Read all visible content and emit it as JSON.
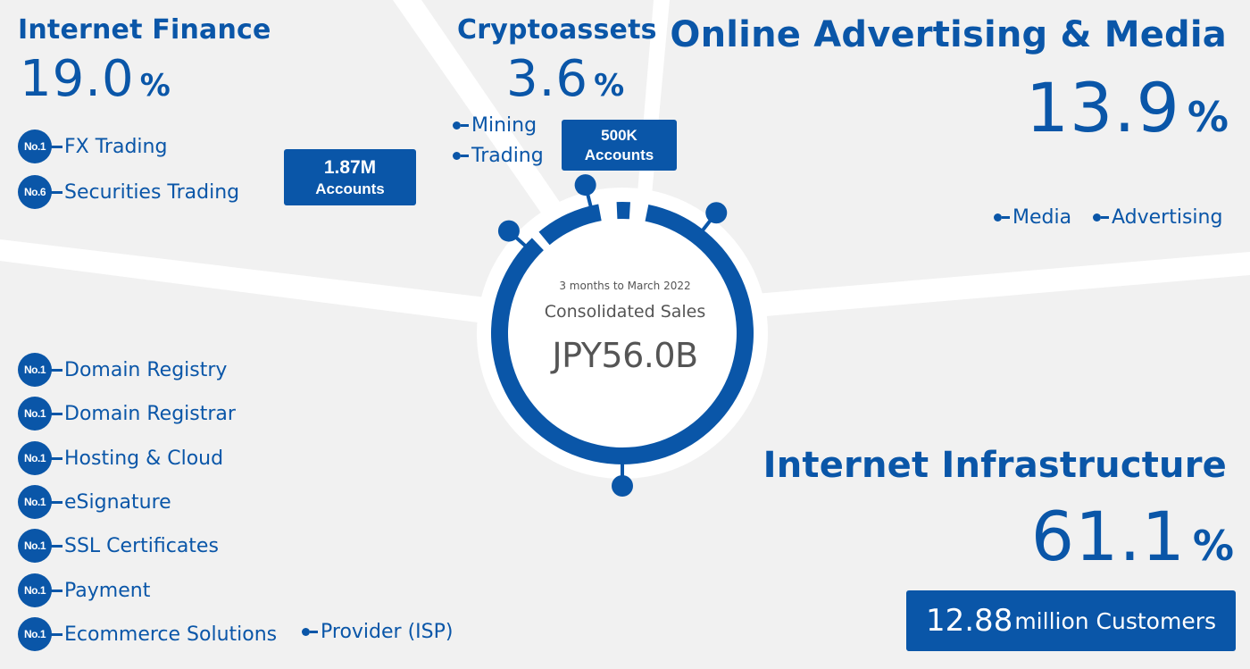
{
  "center": {
    "period": "3 months to March 2022",
    "label": "Consolidated Sales",
    "value": "JPY56.0B"
  },
  "segments": {
    "internet_finance": {
      "title": "Internet Finance",
      "percent": "19.0",
      "percent_sign": "%",
      "items": [
        {
          "badge": "No.1",
          "label": "FX Trading"
        },
        {
          "badge": "No.6",
          "label": "Securities Trading"
        }
      ],
      "accounts": {
        "value": "1.87M",
        "label": "Accounts"
      }
    },
    "cryptoassets": {
      "title": "Cryptoassets",
      "percent": "3.6",
      "percent_sign": "%",
      "items": [
        "Mining",
        "Trading"
      ],
      "accounts": {
        "value": "500K",
        "label": "Accounts"
      }
    },
    "online_advertising_media": {
      "title": "Online Advertising & Media",
      "percent": "13.9",
      "percent_sign": "%",
      "items": [
        "Media",
        "Advertising"
      ]
    },
    "internet_infrastructure": {
      "title": "Internet Infrastructure",
      "percent": "61.1",
      "percent_sign": "%",
      "items": [
        {
          "badge": "No.1",
          "label": "Domain Registry"
        },
        {
          "badge": "No.1",
          "label": "Domain Registrar"
        },
        {
          "badge": "No.1",
          "label": "Hosting & Cloud"
        },
        {
          "badge": "No.1",
          "label": "eSignature"
        },
        {
          "badge": "No.1",
          "label": "SSL Certificates"
        },
        {
          "badge": "No.1",
          "label": "Payment"
        },
        {
          "badge": "No.1",
          "label": "Ecommerce Solutions"
        }
      ],
      "extra_item": "Provider (ISP)",
      "customers": {
        "value": "12.88",
        "unit": "million Customers"
      }
    }
  },
  "colors": {
    "accent": "#0a56a8",
    "background": "#f1f1f1",
    "divider": "#ffffff",
    "center_text": "#555555"
  }
}
